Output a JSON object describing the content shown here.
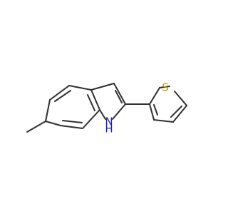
{
  "diagram": {
    "atoms": [
      {
        "id": "s_atom",
        "text": "S",
        "color": "#b8a000"
      },
      {
        "id": "nh_atom",
        "text": "H",
        "color": "#1f1fc4"
      },
      {
        "id": "nh_h",
        "text": "H",
        "color": "#1f1fc4"
      }
    ],
    "labels": {
      "sulfur": "S",
      "nh_top": "N",
      "nh_bottom": "H"
    }
  }
}
